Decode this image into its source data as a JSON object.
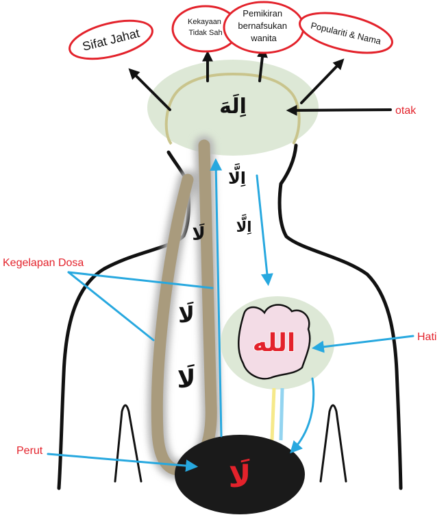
{
  "labels": {
    "sifat_jahat": "Sifat Jahat",
    "kekayaan": [
      "Kekayaan",
      "Tidak Sah"
    ],
    "pemikiran": [
      "Pemikiran",
      "bernafsukan",
      "wanita"
    ],
    "populariti": "Populariti & Nama",
    "otak": "otak",
    "hati": "Hati",
    "perut": "Perut",
    "kegelapan_dosa": "Kegelapan Dosa"
  },
  "arabic": {
    "head": "اِلَهَ",
    "illa": [
      "اِلَّا",
      "اِلَّا"
    ],
    "tube_la": [
      "لَا",
      "لَا",
      "لَا"
    ],
    "heart": "الله",
    "belly": "لَا"
  },
  "colors": {
    "red": "#e3222b",
    "blue": "#27a8df",
    "zone_green": "#dde8d6",
    "tube": "#a99b7d",
    "brain_outline": "#c9c48c",
    "heart_pink": "#f3dce6",
    "belly": "#1a1a1a",
    "yellow_channel": "#f6e98a",
    "lightblue_channel": "#93d4f0"
  }
}
